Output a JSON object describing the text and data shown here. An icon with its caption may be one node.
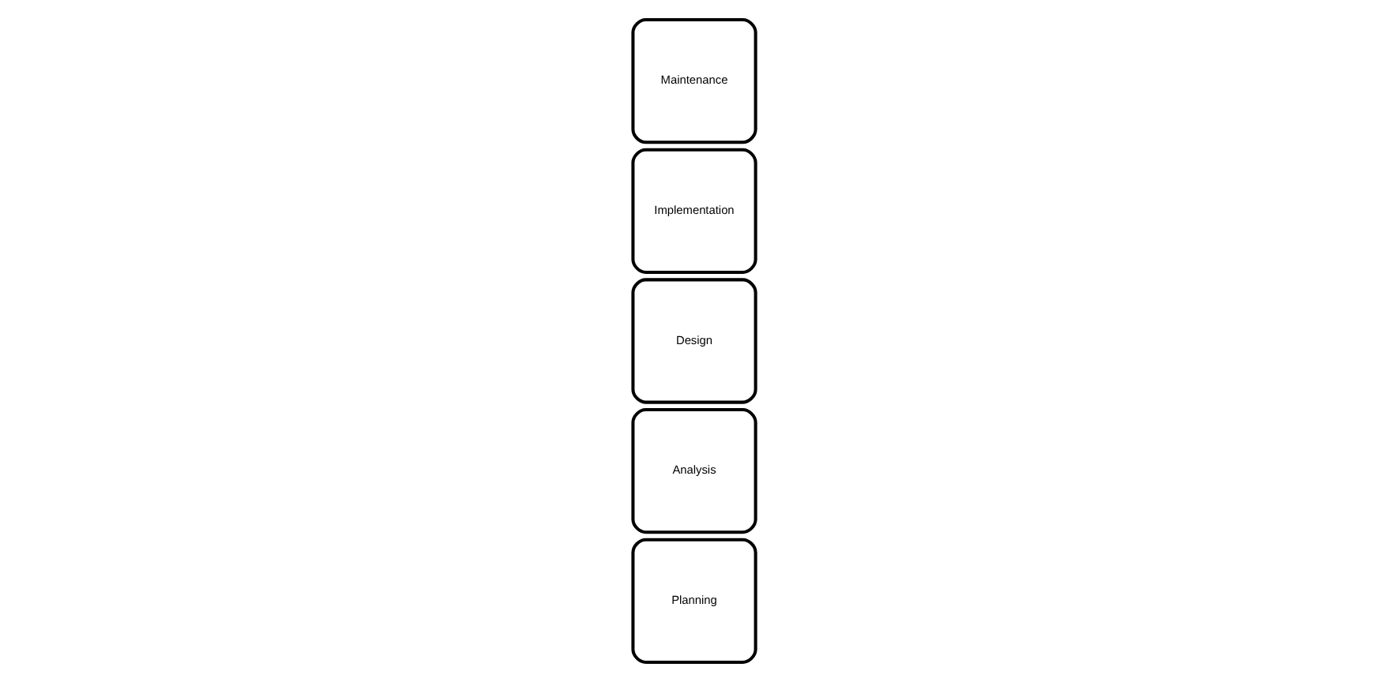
{
  "diagram": {
    "nodes": [
      {
        "text": [
          "Planning"
        ]
      },
      {
        "text": [
          "Analysis"
        ]
      },
      {
        "text": [
          "Design"
        ]
      },
      {
        "text": [
          "Implementation"
        ]
      },
      {
        "text": [
          "Maintenance"
        ]
      }
    ]
  }
}
